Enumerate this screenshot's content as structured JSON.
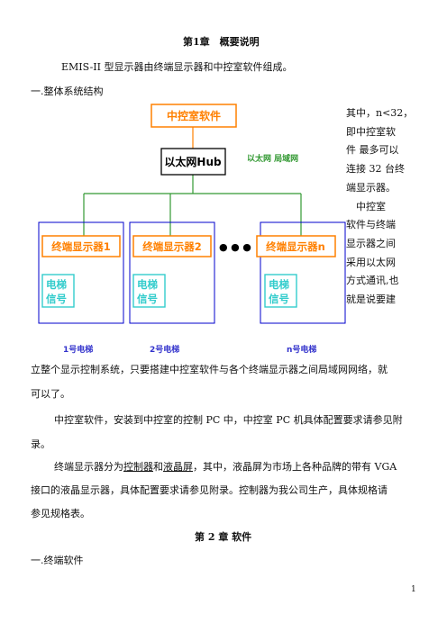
{
  "page": {
    "chapter_title": "第1章　概要说明",
    "intro": "EMIS-II 型显示器由终端显示器和中控室软件组成。",
    "section1_heading": "一.整体系统结构",
    "side_lines": [
      "其中，n<32，",
      "即中控室软",
      "件 最多可以",
      "连接 32 台终",
      "端显示器。",
      "　中控室",
      "软件与终端",
      "显示器之间",
      "采用以太网",
      "方式通讯,也",
      "就是说要建"
    ],
    "para_after_diagram_line1": "立整个显示控制系统，只要搭建中控室软件与各个终端显示器之间局域网网络，就",
    "para_after_diagram_line2": "可以了。",
    "para2_line1": "中控室软件，安装到中控室的控制 PC 中，中控室 PC 机具体配置要求请参见附",
    "para2_line2": "录。",
    "para3_line1_a": "终端显示器分为",
    "para3_controller": "控制器",
    "para3_and": "和",
    "para3_lcd": "液晶屏",
    "para3_line1_b": "，其中，液晶屏为市场上各种品牌的带有 VGA",
    "para3_line2": "接口的液晶显示器，具体配置要求请参见附录。控制器为我公司生产，具体规格请",
    "para3_line3": "参见规格表。",
    "chapter2_title": "第 2 章  软件",
    "section2_heading": "一.终端软件",
    "page_number": "1"
  },
  "diagram": {
    "center_software": "中控室软件",
    "hub": "以太网Hub",
    "network_label": "以太网 局域网",
    "terminals": [
      "终端显示器1",
      "终端显示器2",
      "终端显示器n"
    ],
    "signal_lines": [
      "电梯",
      "信号"
    ],
    "ellipsis": "● ● ●",
    "elevator_labels": [
      "1号电梯",
      "2号电梯",
      "n号电梯"
    ],
    "colors": {
      "orange": "#ff8000",
      "green": "#339933",
      "cyan": "#33cccc",
      "blue": "#0000cc",
      "label_blue": "#3333cc"
    }
  }
}
